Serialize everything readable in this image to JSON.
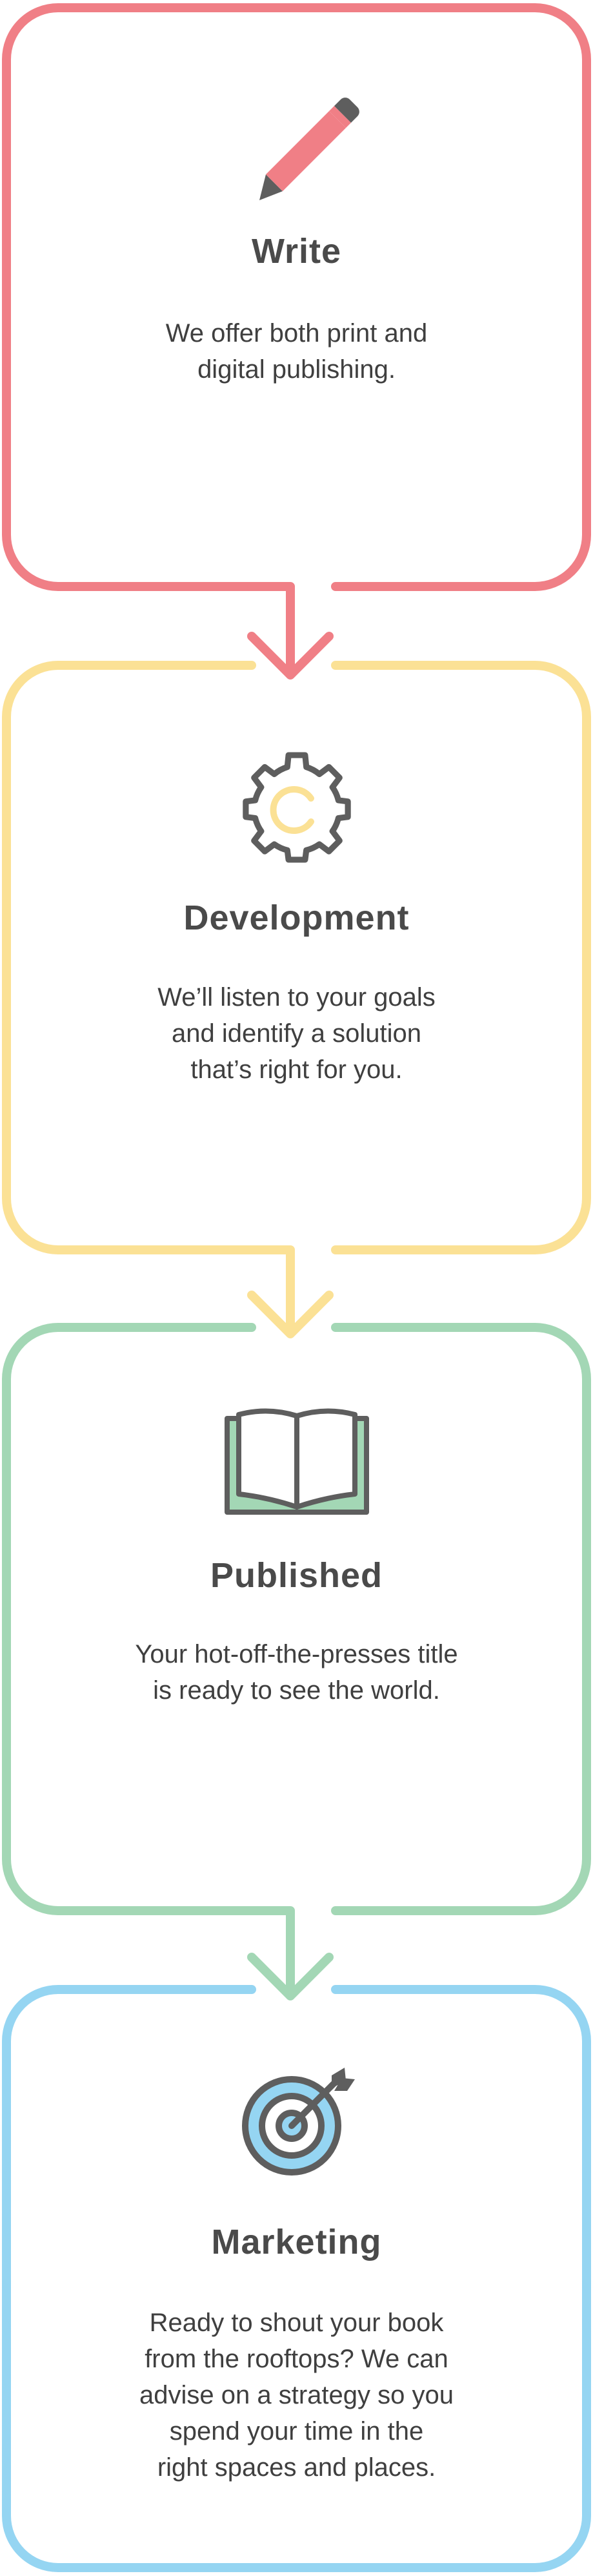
{
  "colors": {
    "write": "#f07f86",
    "development": "#fbe195",
    "published": "#a3d7b5",
    "marketing": "#95d5f2",
    "icon_outline": "#5e5e5e",
    "text": "#4a4a4a"
  },
  "steps": [
    {
      "title": "Write",
      "description_lines": [
        "We offer both print and",
        "digital publishing."
      ],
      "icon": "pencil-icon"
    },
    {
      "title": "Development",
      "description_lines": [
        "We’ll listen to your goals",
        "and identify a solution",
        "that’s right for you."
      ],
      "icon": "gear-icon"
    },
    {
      "title": "Published",
      "description_lines": [
        "Your hot-off-the-presses title",
        "is ready to see the world."
      ],
      "icon": "open-book-icon"
    },
    {
      "title": "Marketing",
      "description_lines": [
        "Ready to shout your book",
        "from the rooftops? We can",
        "advise on a strategy so you",
        "spend your time in the",
        "right spaces and places."
      ],
      "icon": "target-icon"
    }
  ]
}
